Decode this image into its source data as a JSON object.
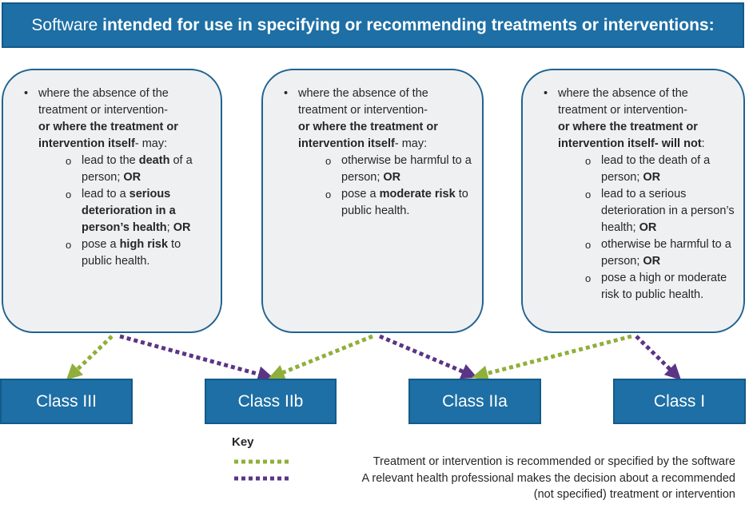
{
  "title": {
    "prefix": "Software",
    "bold": "intended for use in specifying or recommending treatments or interventions:"
  },
  "cards": [
    {
      "lead_a": "where the absence of the treatment or intervention-",
      "lead_b": "or where the treatment or intervention itself",
      "lead_c": "- may:",
      "items": [
        [
          "lead to the ",
          "death",
          " of a person; ",
          "OR"
        ],
        [
          "lead to a ",
          "serious deterioration in a person’s health",
          "; ",
          "OR"
        ],
        [
          "pose a ",
          "high risk",
          " to public health.",
          ""
        ]
      ]
    },
    {
      "lead_a": "where the absence of the treatment or intervention-",
      "lead_b": "or where the treatment or intervention itself",
      "lead_c": "- may:",
      "items": [
        [
          "otherwise be harmful to a person; ",
          "OR"
        ],
        [
          "pose a ",
          "moderate risk",
          " to public health."
        ]
      ]
    },
    {
      "lead_a": "where the absence of the treatment or intervention-",
      "lead_b": "or where the treatment or intervention itself- will not",
      "lead_c": ":",
      "items": [
        [
          "lead to the death of a person; ",
          "OR"
        ],
        [
          "lead to a serious deterioration in a person’s health; ",
          "OR"
        ],
        [
          "otherwise be harmful to a person; ",
          "OR"
        ],
        [
          "pose a high or moderate risk to public health.",
          ""
        ]
      ]
    }
  ],
  "classes": [
    "Class III",
    "Class IIb",
    "Class IIa",
    "Class I"
  ],
  "key": {
    "title": "Key",
    "green_label": "Treatment or intervention is recommended or specified by the software",
    "purple_label_1": "A relevant health professional makes the decision about a recommended",
    "purple_label_2": "(not specified) treatment or intervention"
  },
  "colors": {
    "header_blue": "#1d6fa5",
    "card_border": "#1f6391",
    "card_fill": "#eff0f2",
    "green_arrow": "#8faf3a",
    "purple_arrow": "#5b3486"
  },
  "bullet_glyph_inner": "o"
}
